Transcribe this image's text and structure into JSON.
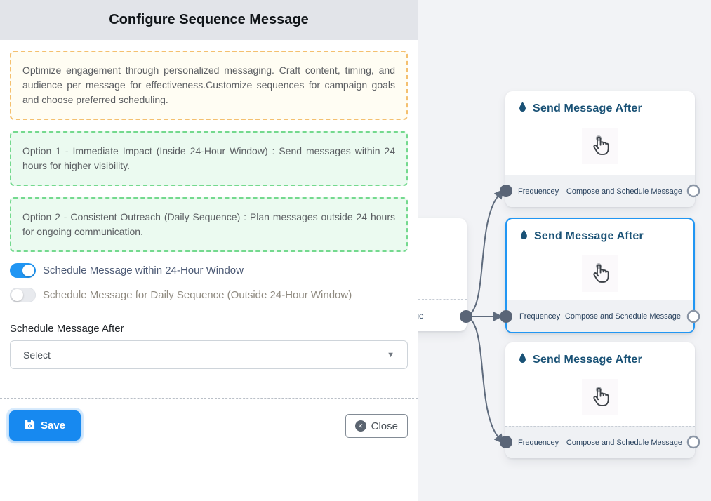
{
  "modal": {
    "title": "Configure Sequence Message",
    "info_note": "Optimize engagement through personalized messaging. Craft content, timing, and audience per message for effectiveness.Customize sequences for campaign goals and choose preferred scheduling.",
    "option1_note": "Option 1 - Immediate Impact (Inside 24-Hour Window) : Send messages within 24 hours for higher visibility.",
    "option2_note": "Option 2 - Consistent Outreach (Daily Sequence) : Plan messages outside 24 hours for ongoing communication.",
    "toggles": [
      {
        "label": "Schedule Message within 24-Hour Window",
        "state": "on"
      },
      {
        "label": "Schedule Message for Daily Sequence (Outside 24-Hour Window)",
        "state": "off"
      }
    ],
    "select_label": "Schedule Message After",
    "select_value": "Select",
    "select_caret": "▼",
    "save_label": "Save",
    "close_label": "Close",
    "close_glyph": "✕"
  },
  "flow": {
    "source_node_partial_label": "ce Message",
    "nodes": [
      {
        "title": "Send Message After",
        "footer_left": "Frequencey",
        "footer_right": "Compose and Schedule Message",
        "selected": false
      },
      {
        "title": "Send Message After",
        "footer_left": "Frequencey",
        "footer_right": "Compose and Schedule Message",
        "selected": true
      },
      {
        "title": "Send Message After",
        "footer_left": "Frequencey",
        "footer_right": "Compose and Schedule Message",
        "selected": false
      }
    ]
  },
  "colors": {
    "toggle_on": "#2196f3",
    "selected_node_border": "#2196f3",
    "save_button": "#1789f0",
    "node_title": "#1a5276",
    "edge": "#5f6b7d",
    "warning_border": "#f4c06f",
    "success_border": "#74d98e",
    "header_bg": "#e2e4e9",
    "canvas_bg": "#f2f3f6"
  }
}
